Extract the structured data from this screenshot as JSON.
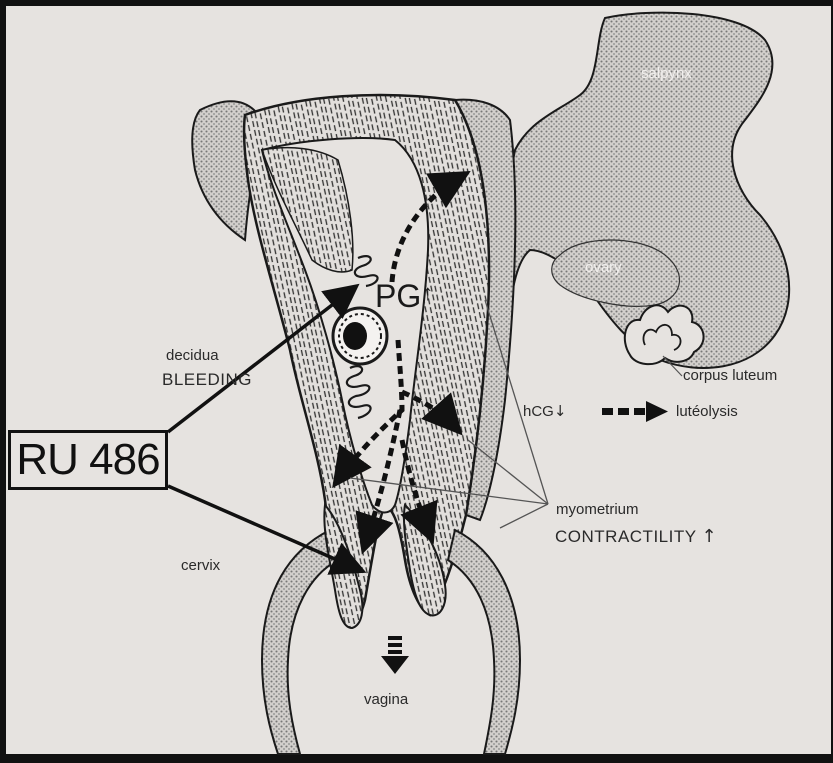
{
  "labels": {
    "salpynx": "salpynx",
    "ovary": "ovary",
    "corpus_luteum": "corpus luteum",
    "decidua": "decidua",
    "bleeding": "BLEEDING",
    "ru486": "RU 486",
    "pg": "PG",
    "pg_arrow": "↑",
    "hcg": "hCG",
    "hcg_arrow": "↓",
    "luteolysis": "lutéolysis",
    "myometrium": "myometrium",
    "contractility": "CONTRACTILITY",
    "contractility_arrow": "↑",
    "cervix": "cervix",
    "vagina": "vagina"
  },
  "colors": {
    "background": "#e6e3e0",
    "ink": "#1a1a1a",
    "stipple": "#a9a6a3",
    "frame": "#111111"
  }
}
